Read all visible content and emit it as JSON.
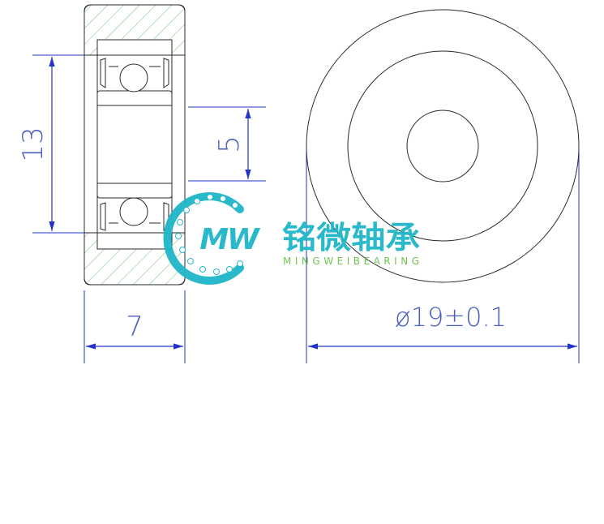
{
  "dimensions": {
    "height": "13",
    "bore": "5",
    "width": "7",
    "diameter": "ø19±0.1"
  },
  "logo": {
    "mark": "MW",
    "name_cn": "铭微轴承",
    "name_en": "MINGWEIBEARING"
  },
  "colors": {
    "outline": "#2a2a2a",
    "dimension": "#2233cc",
    "dimension_text": "#4a5fc0",
    "hatch": "#6fc06f",
    "logo_cyan": "#1fb6c8",
    "logo_green": "#6cc04a"
  }
}
